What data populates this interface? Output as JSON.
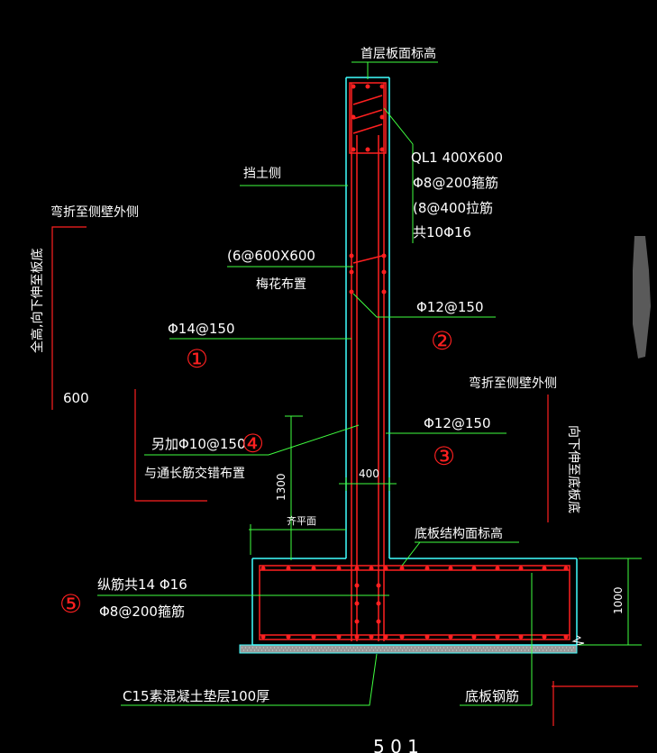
{
  "colors": {
    "background": "#000000",
    "concrete_outline": "#40ffff",
    "leader": "#40ff40",
    "rebar": "#ff2020",
    "text": "#ffffff",
    "marker": "#ff2020",
    "cushion": "#c8c8c8"
  },
  "labels": {
    "top_elevation": "首层板面标高",
    "soil_side": "挡土侧",
    "bend_outer_left": "弯折至侧壁外侧",
    "full_height_left": "全高,向下伸至板底",
    "dim_600": "600",
    "ql_title": "QL1 400X600",
    "ql_stirrup": "Φ8@200箍筋",
    "ql_tie": "(8@400拉筋",
    "ql_main": "共10Φ16",
    "tie_spacing": "(6@600X600",
    "tie_layout": "梅花布置",
    "rebar_2": "Φ12@150",
    "rebar_1": "Φ14@150",
    "bend_outer_right": "弯折至侧壁外侧",
    "down_right": "向下伸至底板底",
    "rebar_3": "Φ12@150",
    "add_rebar": "另加Φ10@150",
    "stagger": "与通长筋交错布置",
    "dim_400": "400",
    "dim_1300": "1300",
    "flush": "齐平面",
    "slab_elevation": "底板结构面标高",
    "long_bars": "纵筋共14 Φ16",
    "stirrup_5": "Φ8@200箍筋",
    "dim_1000": "1000",
    "cushion_text": "C15素混凝土垫层100厚",
    "slab_rebar": "底板钢筋",
    "bottom_partial": "5 0 1"
  },
  "markers": {
    "m1": "①",
    "m2": "②",
    "m3": "③",
    "m4": "④",
    "m5": "⑤"
  }
}
